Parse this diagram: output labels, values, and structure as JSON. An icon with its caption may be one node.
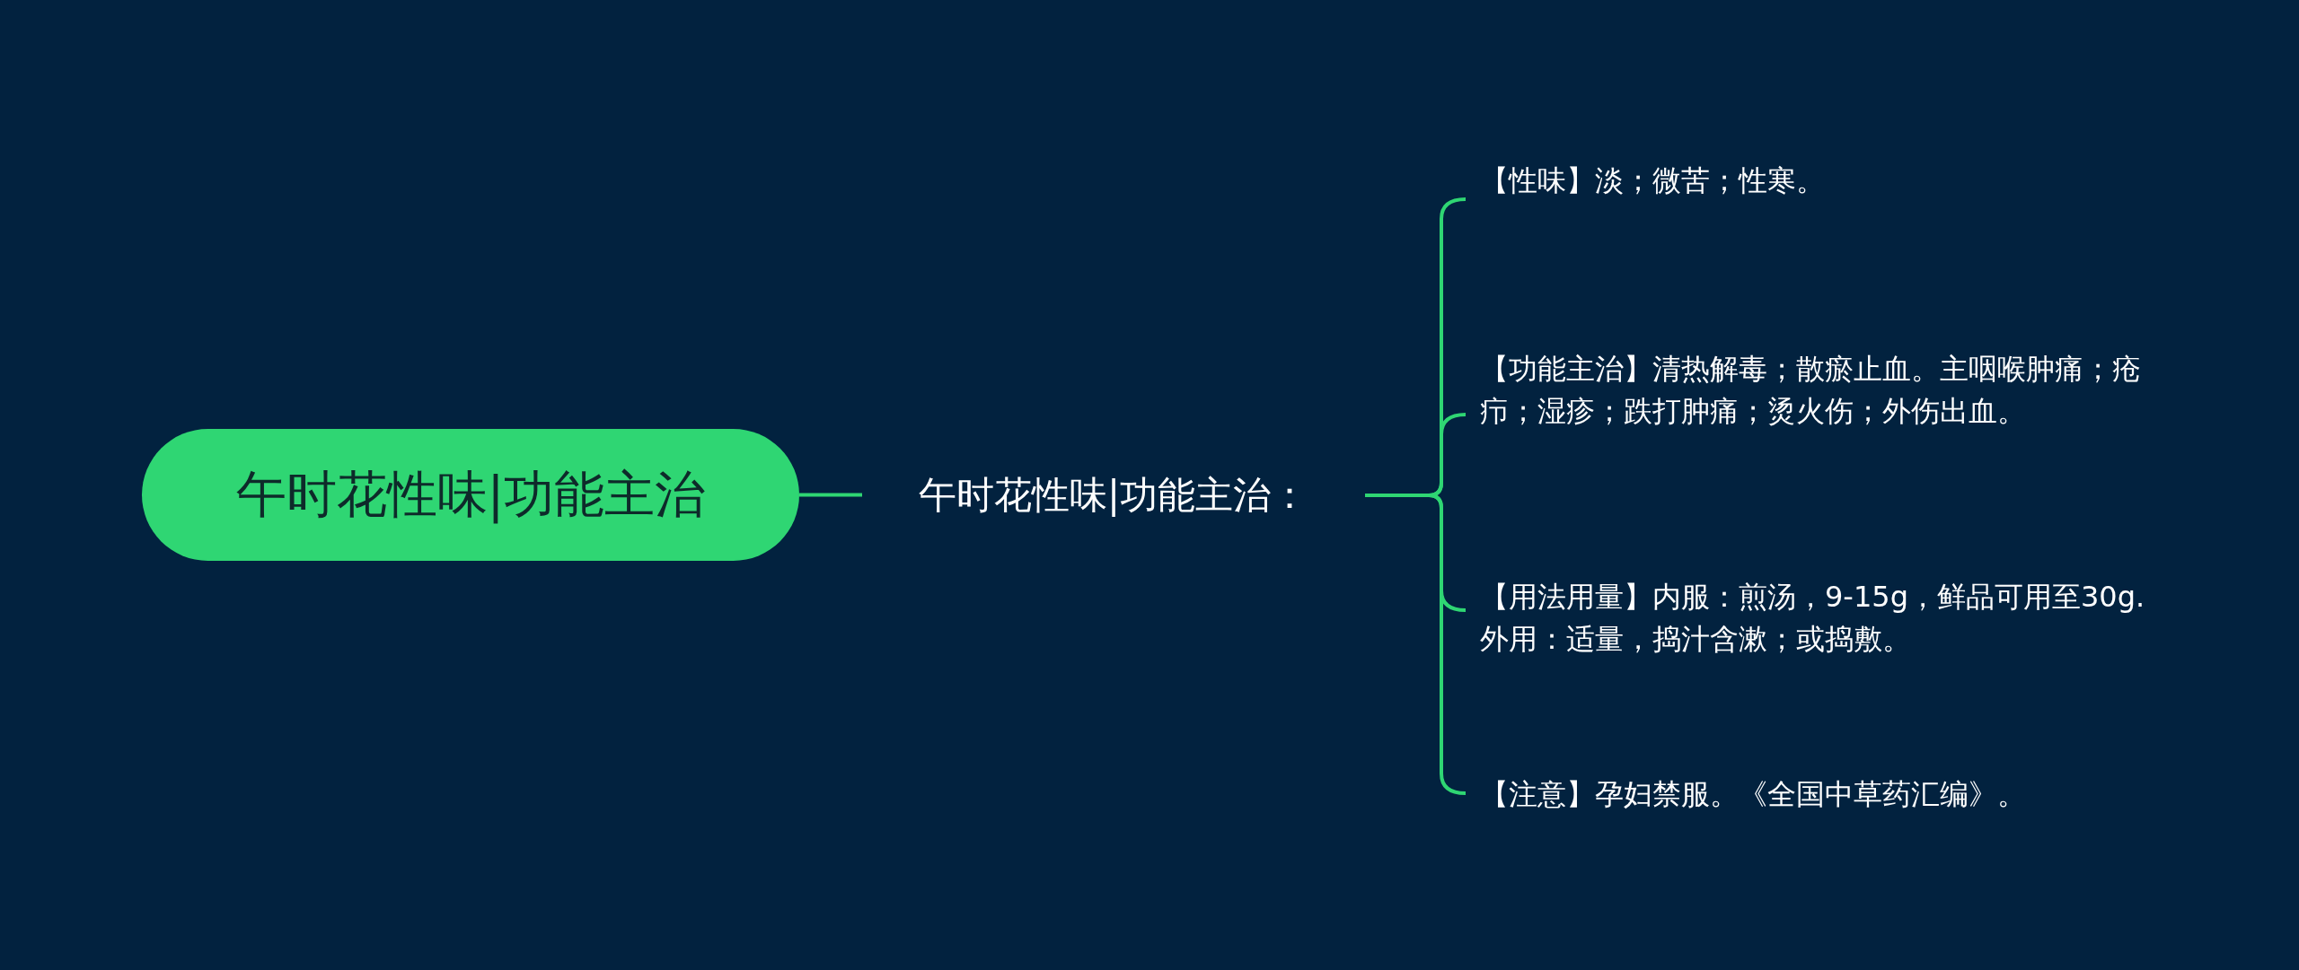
{
  "diagram": {
    "nodes": [
      {
        "text": [
          "午时花性味|功能主治"
        ]
      },
      {
        "text": [
          "午时花性味|功能主治："
        ]
      },
      {
        "text": [
          "【性味】淡；微苦；性寒。"
        ]
      },
      {
        "text": [
          "【功能主治】清热解毒；散瘀止血。主咽喉肿痛；疮疖；湿疹；跌打肿痛；烫火伤；外伤出血。"
        ]
      },
      {
        "text": [
          "【用法用量】内服：煎汤，9-15g，鲜品可用至30g.外用：适量，捣汁含漱；或捣敷。"
        ]
      },
      {
        "text": [
          "【注意】孕妇禁服。《全国中草药汇编》。"
        ]
      }
    ],
    "edges": [
      {
        "from": 0,
        "to": 1,
        "arrow": "none"
      },
      {
        "from": 1,
        "to": 2,
        "arrow": "none"
      },
      {
        "from": 1,
        "to": 3,
        "arrow": "none"
      },
      {
        "from": 1,
        "to": 4,
        "arrow": "none"
      },
      {
        "from": 1,
        "to": 5,
        "arrow": "none"
      }
    ]
  }
}
